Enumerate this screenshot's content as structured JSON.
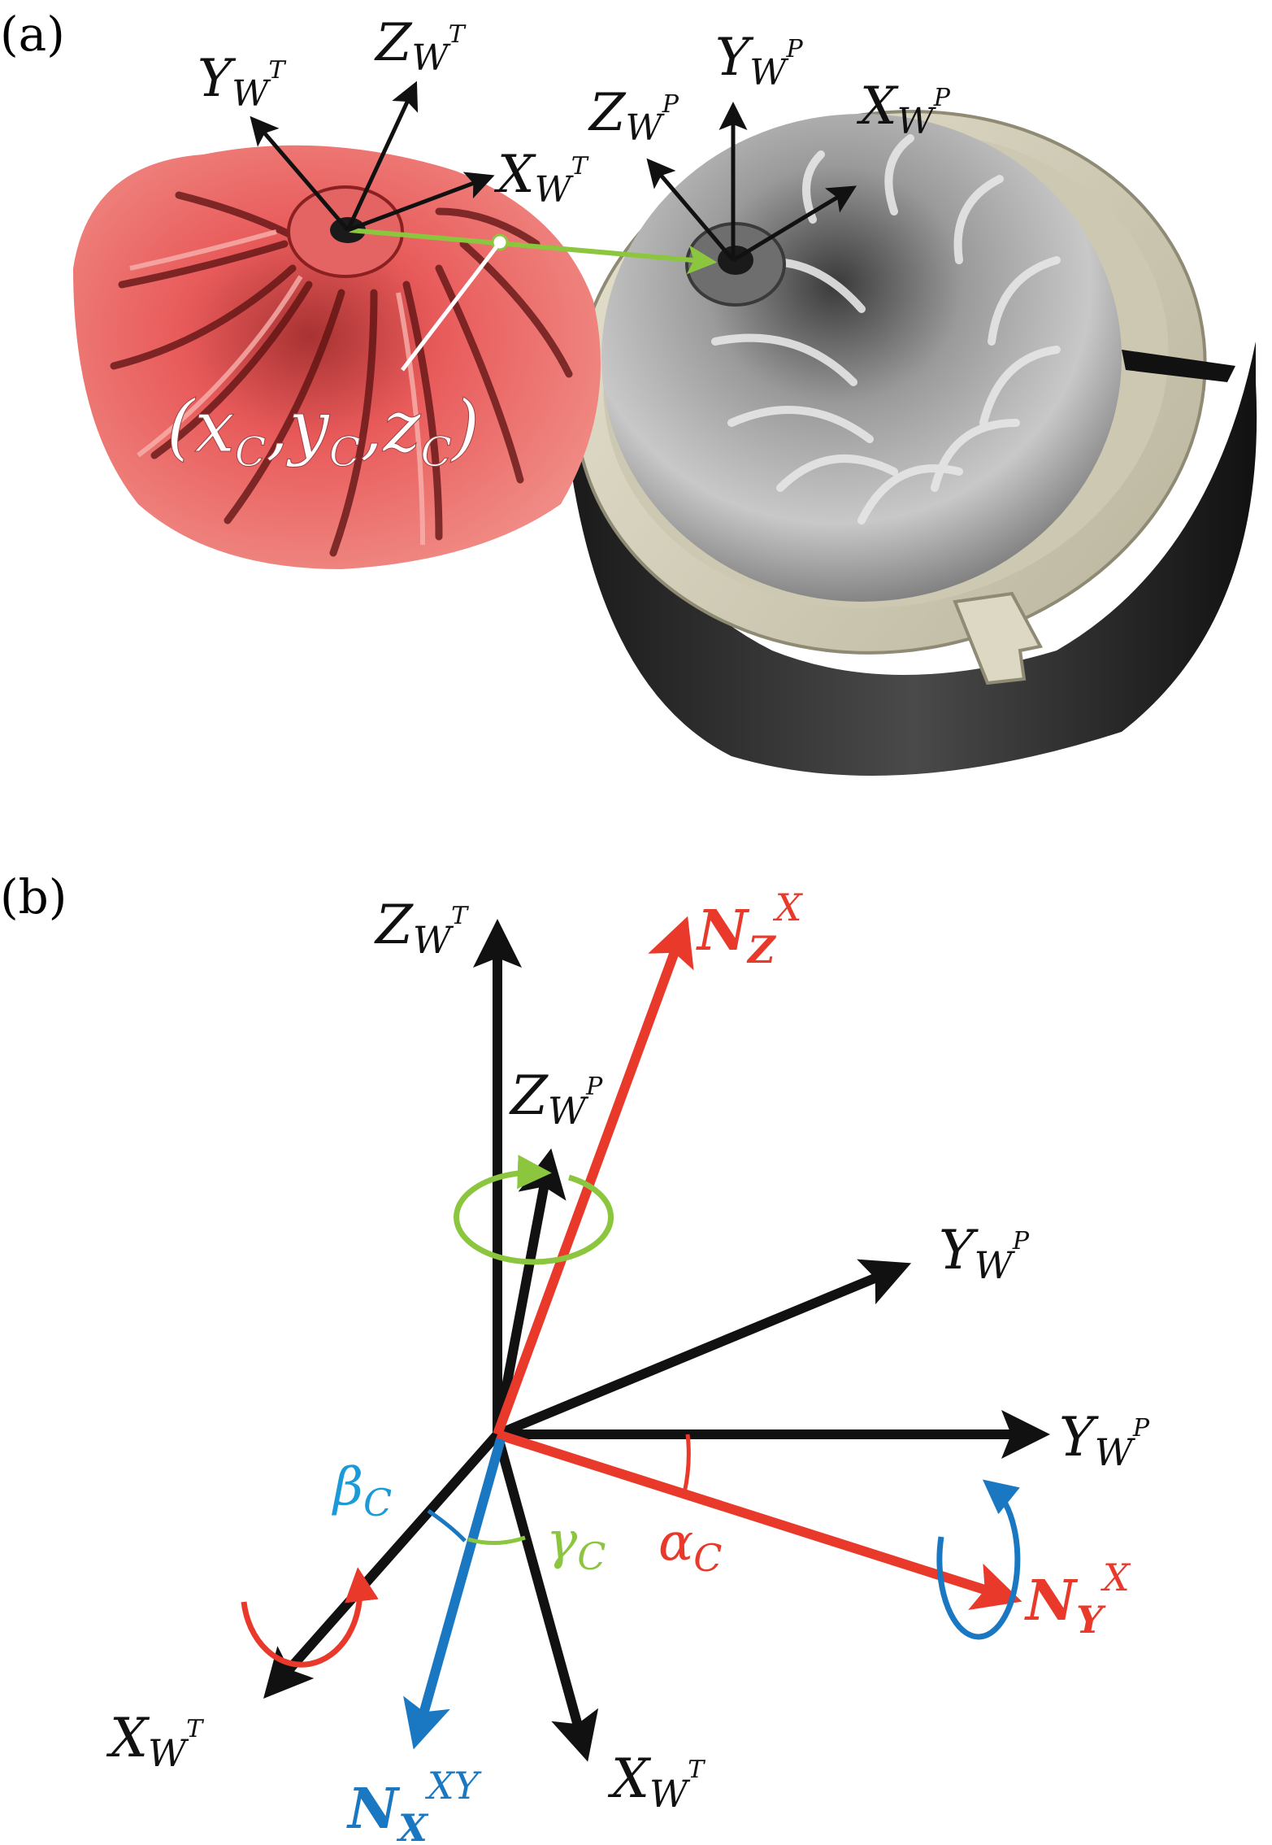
{
  "panel_a": {
    "panel_label": "(a)",
    "target_frame": {
      "y_axis": {
        "base": "Y",
        "sub": "W",
        "sup": "T"
      },
      "z_axis": {
        "base": "Z",
        "sub": "W",
        "sup": "T"
      },
      "x_axis": {
        "base": "X",
        "sub": "W",
        "sup": "T"
      }
    },
    "part_frame": {
      "z_axis": {
        "base": "Z",
        "sub": "W",
        "sup": "P"
      },
      "y_axis": {
        "base": "Y",
        "sub": "W",
        "sup": "P"
      },
      "x_axis": {
        "base": "X",
        "sub": "W",
        "sup": "P"
      }
    },
    "offset_label": {
      "open": "(",
      "x": "x",
      "xs": "C",
      "c1": ",",
      "y": "y",
      "ys": "C",
      "c2": ",",
      "z": "z",
      "zs": "C",
      "close": ")"
    }
  },
  "panel_b": {
    "panel_label": "(b)",
    "z_wt": {
      "base": "Z",
      "sub": "W",
      "sup": "T"
    },
    "z_wp": {
      "base": "Z",
      "sub": "W",
      "sup": "P"
    },
    "y_wp_upper": {
      "base": "Y",
      "sub": "W",
      "sup": "P"
    },
    "y_wp_lower": {
      "base": "Y",
      "sub": "W",
      "sup": "P"
    },
    "x_wt_left": {
      "base": "X",
      "sub": "W",
      "sup": "T"
    },
    "x_wt_right": {
      "base": "X",
      "sub": "W",
      "sup": "T"
    },
    "n_z": {
      "base": "N",
      "sub": "Z",
      "sup": "X"
    },
    "n_y": {
      "base": "N",
      "sub": "Y",
      "sup": "X"
    },
    "n_x": {
      "base": "N",
      "sub": "X",
      "sup": "XY"
    },
    "beta": {
      "sym": "β",
      "sub": "C"
    },
    "gamma": {
      "sym": "γ",
      "sub": "C"
    },
    "alpha": {
      "sym": "α",
      "sub": "C"
    }
  },
  "colors": {
    "axis_black": "#111111",
    "red": "#e8392b",
    "blue": "#1a78c2",
    "green": "#8cc63f",
    "impeller_red": "#e85a5a",
    "metal_grey": "#8a8a8a",
    "ring_beige": "#d8d4c0"
  }
}
